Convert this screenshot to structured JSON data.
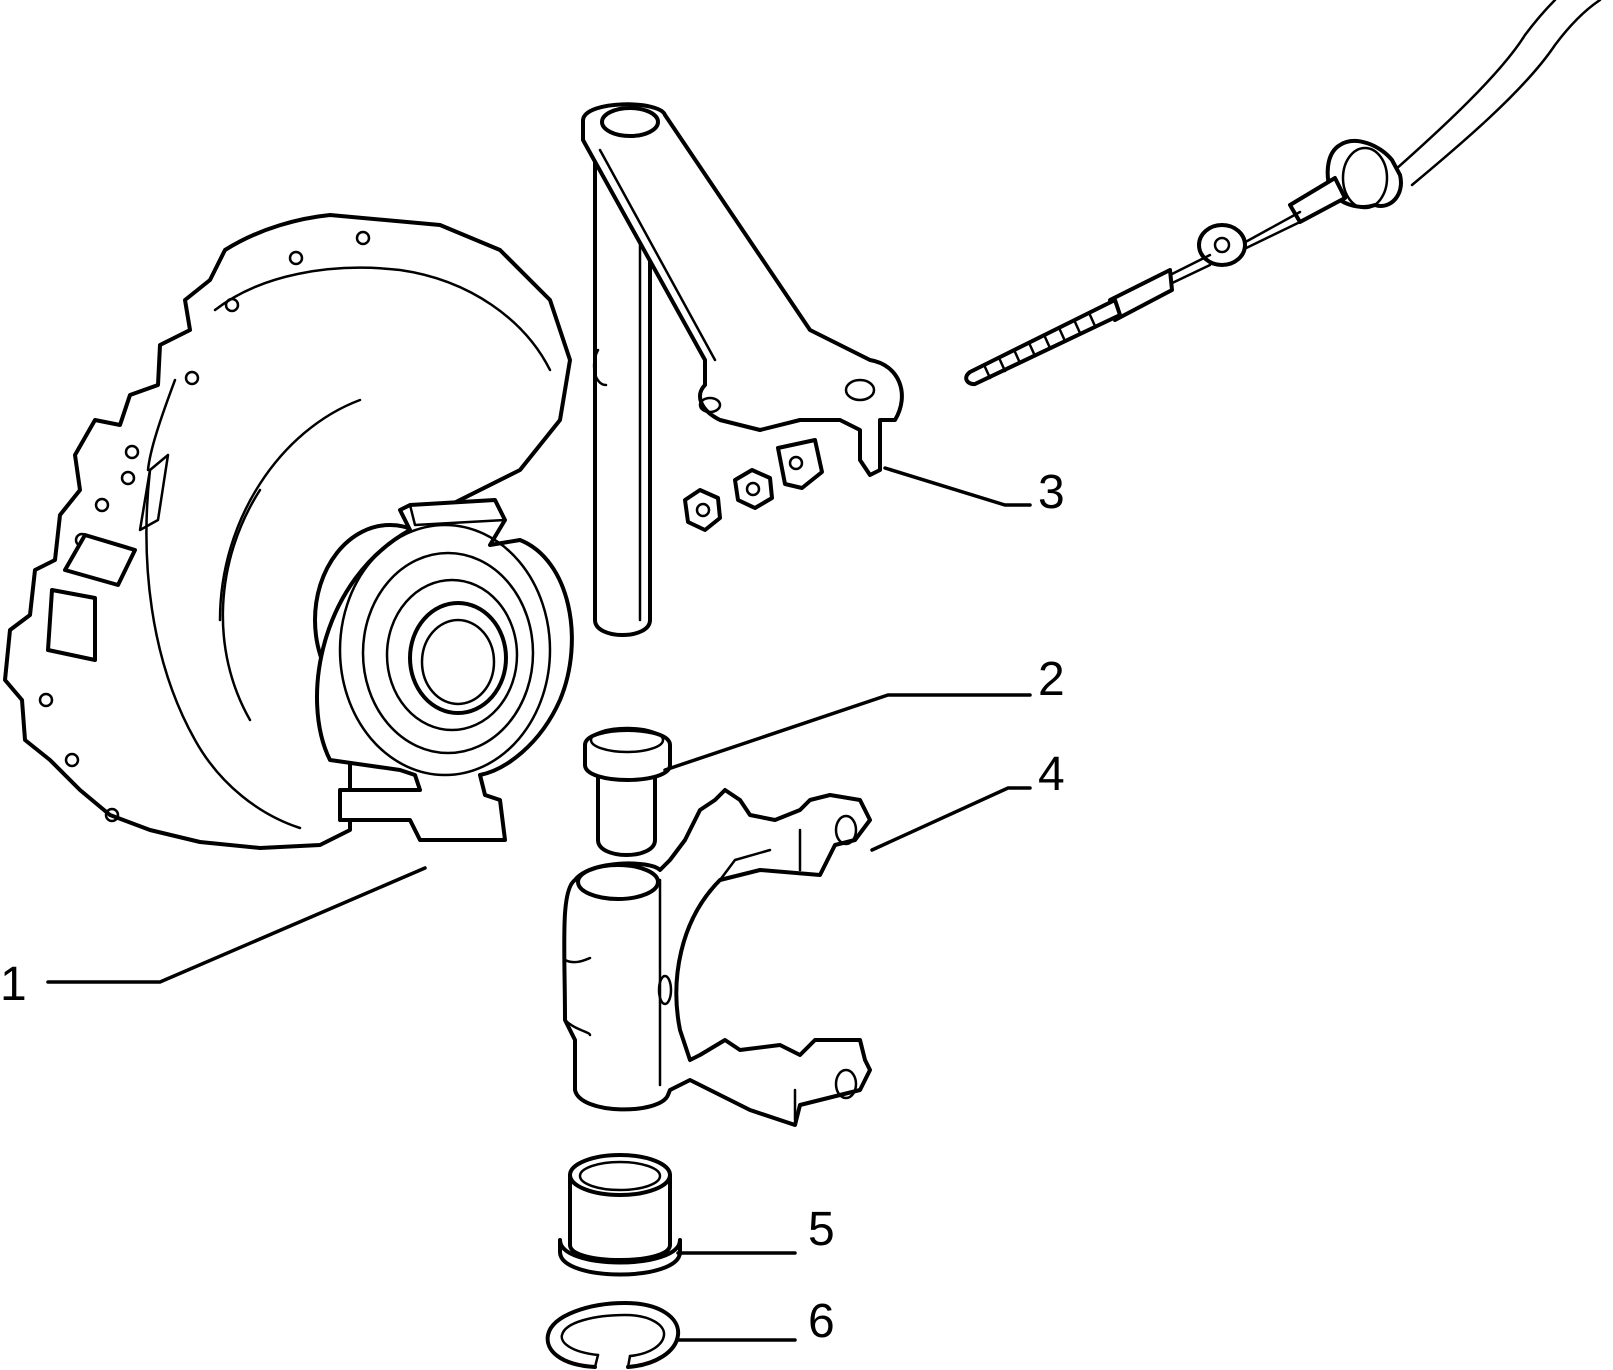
{
  "callouts": [
    {
      "id": "part-1",
      "number": "1"
    },
    {
      "id": "part-2",
      "number": "2"
    },
    {
      "id": "part-3",
      "number": "3"
    },
    {
      "id": "part-4",
      "number": "4"
    },
    {
      "id": "part-5",
      "number": "5"
    },
    {
      "id": "part-6",
      "number": "6"
    }
  ],
  "colors": {
    "line": "#000000",
    "background": "#ffffff"
  }
}
